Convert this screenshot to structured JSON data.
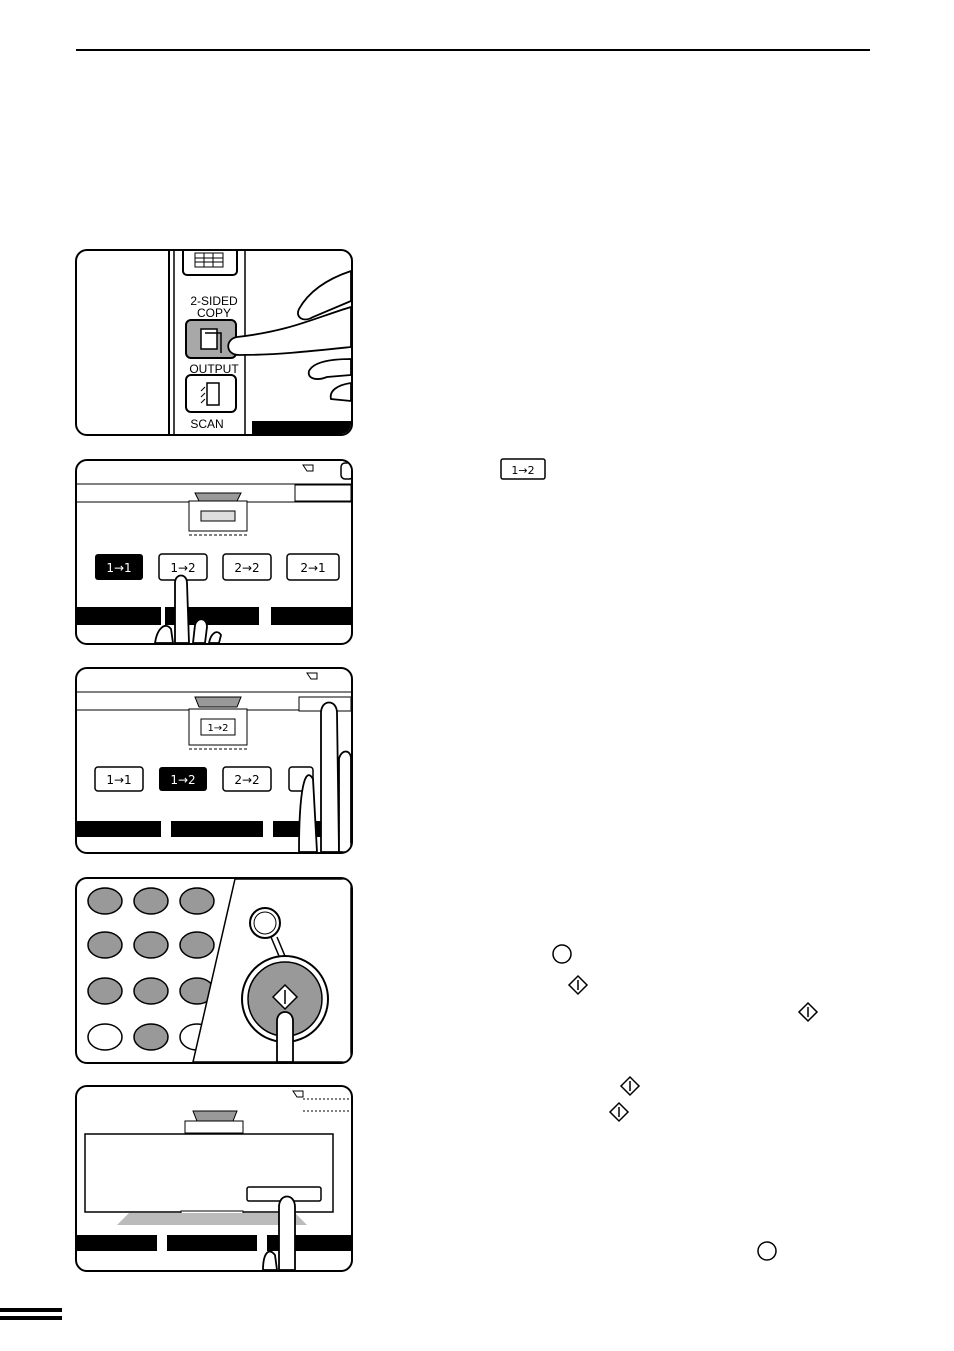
{
  "step1": {
    "two_sided_label_1": "2-SIDED",
    "two_sided_label_2": "COPY",
    "output_label": "OUTPUT",
    "scan_label": "SCAN"
  },
  "step2": {
    "mode_keys": [
      "1→1",
      "1→2",
      "2→2",
      "2→1"
    ]
  },
  "icons": {
    "start_key": "start-diamond-icon",
    "clear_key": "clear-circle-icon",
    "duplex_key": "one-to-two-sided-icon"
  }
}
